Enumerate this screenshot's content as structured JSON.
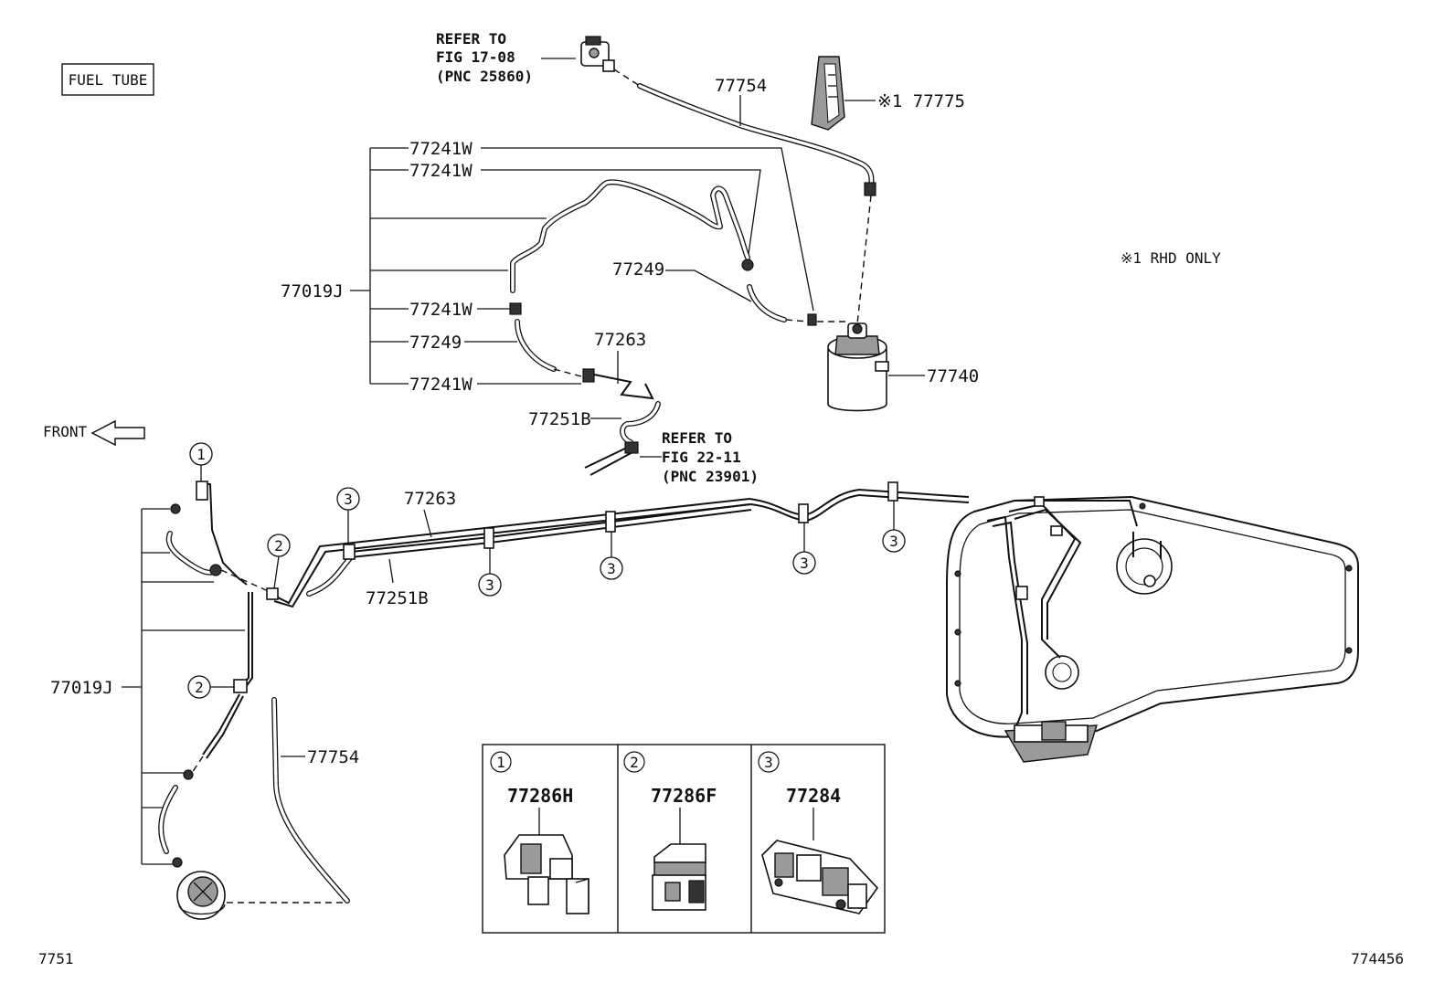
{
  "title_box": "FUEL TUBE",
  "front_label": "FRONT",
  "rhd_note": "※1 RHD ONLY",
  "refer_top": [
    "REFER TO",
    "FIG 17-08",
    "(PNC 25860)"
  ],
  "refer_mid": [
    "REFER TO",
    "FIG 22-11",
    "(PNC 23901)"
  ],
  "parts": {
    "p77754_top": "77754",
    "p77775": "※1 77775",
    "p77241w_a": "77241W",
    "p77241w_b": "77241W",
    "p77019j_top": "77019J",
    "p77249_a": "77249",
    "p77241w_c": "77241W",
    "p77249_b": "77249",
    "p77263_top": "77263",
    "p77241w_d": "77241W",
    "p77740": "77740",
    "p77251b_top": "77251B",
    "p77263_main": "77263",
    "p77251b_main": "77251B",
    "p77019j_left": "77019J",
    "p77754_left": "77754"
  },
  "callouts": {
    "c1": "①",
    "c2": "②",
    "c3": "③"
  },
  "legend": [
    {
      "num": "①",
      "part": "77286H"
    },
    {
      "num": "②",
      "part": "77286F"
    },
    {
      "num": "③",
      "part": "77284"
    }
  ],
  "footer_left": "7751",
  "footer_right": "774456"
}
